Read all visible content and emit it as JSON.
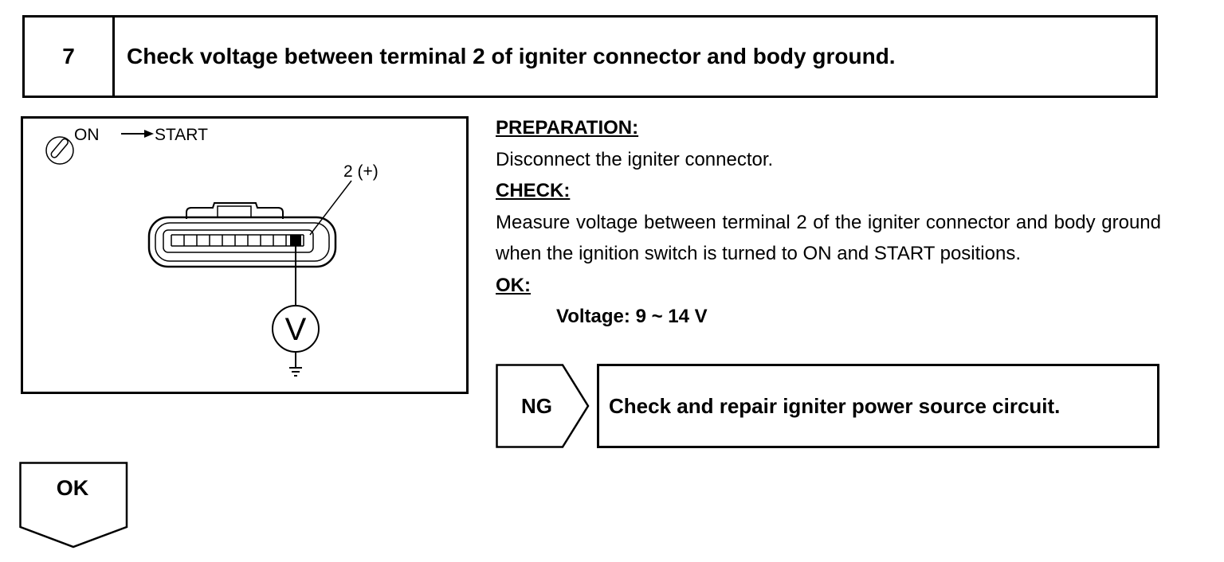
{
  "step": {
    "number": "7",
    "title": "Check voltage between terminal 2 of igniter connector and body ground."
  },
  "figure": {
    "switch_label": "ON",
    "switch_target": "START",
    "terminal_label": "2 (+)",
    "meter_symbol": "V",
    "icons": [
      "ignition-key-icon",
      "arrow-right-icon",
      "connector-icon",
      "voltmeter-icon",
      "ground-icon"
    ]
  },
  "preparation": {
    "heading": "PREPARATION:",
    "text": "Disconnect the igniter connector."
  },
  "check": {
    "heading": "CHECK:",
    "text": "Measure voltage between terminal 2 of the igniter connector and body ground when the ignition switch is turned to ON and START positions."
  },
  "ok_spec": {
    "heading": "OK:",
    "spec": "Voltage: 9 ~ 14 V"
  },
  "ng": {
    "label": "NG",
    "action": "Check and repair igniter power source circuit."
  },
  "ok_flow": {
    "label": "OK"
  }
}
